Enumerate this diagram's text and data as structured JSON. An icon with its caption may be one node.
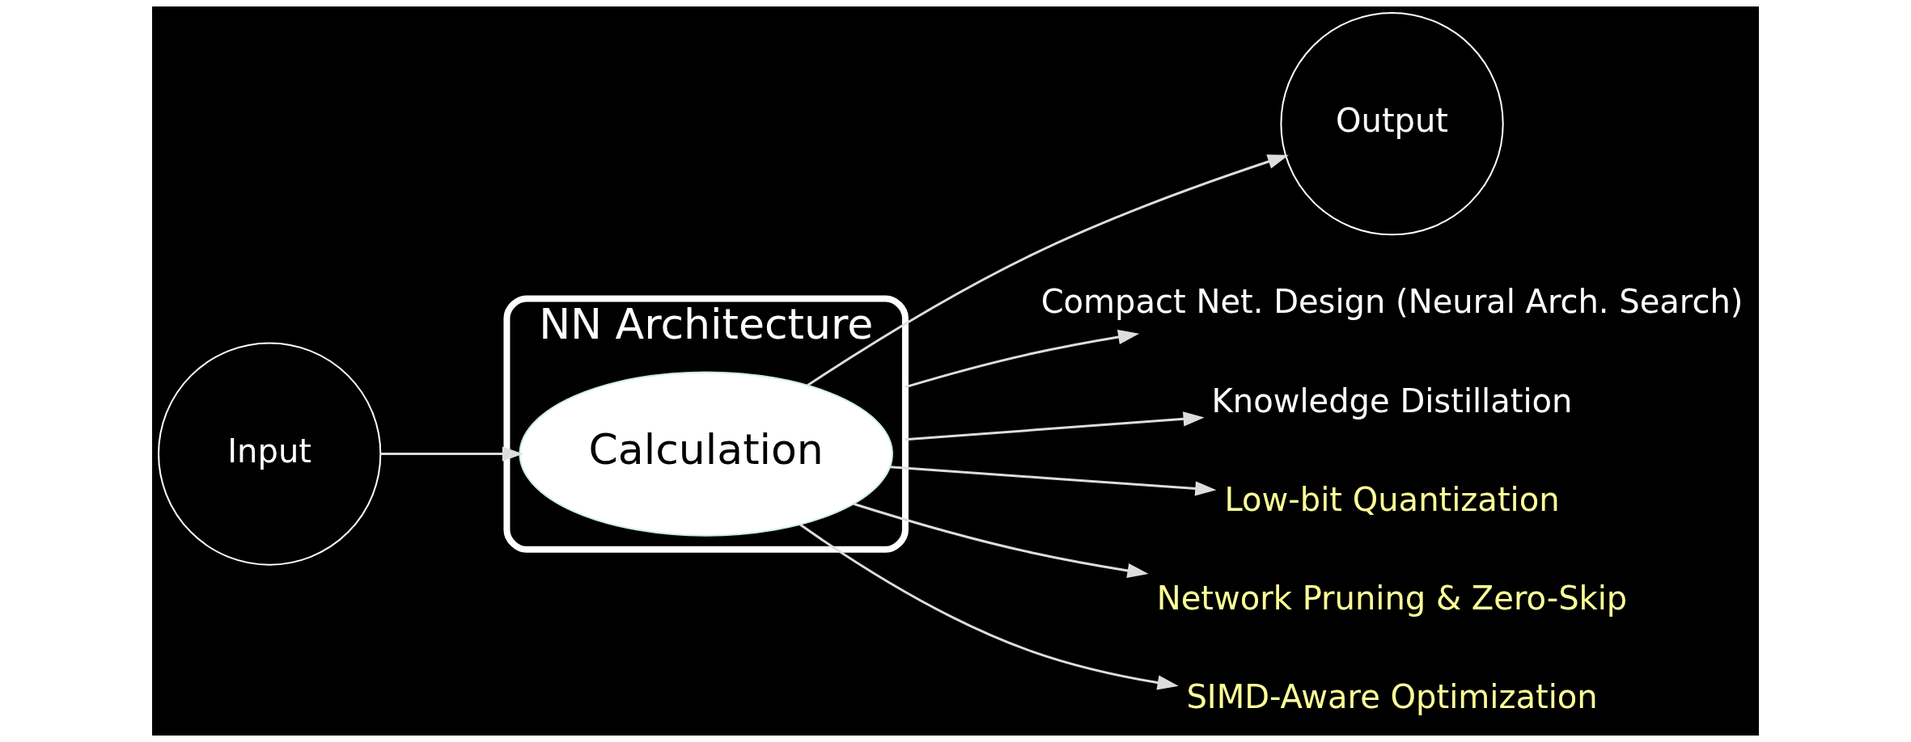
{
  "diagram": {
    "nodes": [
      {
        "text": [
          "NN Architecture"
        ]
      },
      {
        "text": [
          "Calculation"
        ],
        "in": 0
      },
      {
        "text": [
          "Input"
        ]
      },
      {
        "text": [
          "Output"
        ]
      },
      {
        "text": [
          "Compact Net. Design (Neural Arch. Search)"
        ]
      },
      {
        "text": [
          "Knowledge Distillation"
        ]
      },
      {
        "text": [
          "Low-bit Quantization"
        ]
      },
      {
        "text": [
          "Network Pruning & Zero-Skip"
        ]
      },
      {
        "text": [
          "SIMD-Aware Optimization"
        ]
      }
    ],
    "edges": [
      {
        "from": 2,
        "to": 1,
        "arrow": "to"
      },
      {
        "from": 1,
        "to": 3,
        "arrow": "to"
      },
      {
        "from": 0,
        "to": 4,
        "arrow": "to"
      },
      {
        "from": 0,
        "to": 5,
        "arrow": "to"
      },
      {
        "from": 1,
        "to": 6,
        "arrow": "to"
      },
      {
        "from": 1,
        "to": 7,
        "arrow": "to"
      },
      {
        "from": 1,
        "to": 8,
        "arrow": "to"
      }
    ]
  }
}
